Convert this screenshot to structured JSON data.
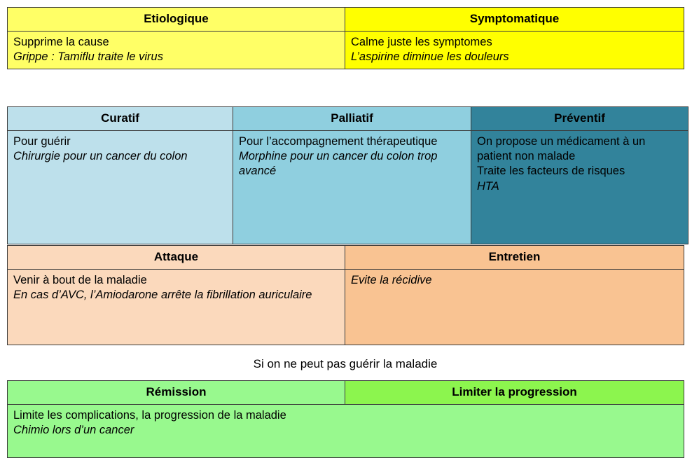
{
  "slide": {
    "caption": "Si on ne peut pas guérir la maladie"
  },
  "tables": [
    {
      "id": "etiologique-symptomatique",
      "colors": [
        "#FFFF66",
        "#FFFF00"
      ],
      "columns": [
        {
          "header": "Etiologique",
          "lines": [
            {
              "text": "Supprime la cause",
              "italic": false
            },
            {
              "text": "Grippe : Tamiflu traite le virus",
              "italic": true
            }
          ]
        },
        {
          "header": "Symptomatique",
          "lines": [
            {
              "text": "Calme juste les symptomes",
              "italic": false
            },
            {
              "text": "L’aspirine diminue les douleurs",
              "italic": true
            }
          ]
        }
      ]
    },
    {
      "id": "curatif-palliatif-preventif",
      "colors": [
        "#BDE0EB",
        "#8FCFDF",
        "#32839B"
      ],
      "columns": [
        {
          "header": "Curatif",
          "lines": [
            {
              "text": "Pour guérir",
              "italic": false
            },
            {
              "text": "Chirurgie pour un cancer du colon",
              "italic": true
            }
          ]
        },
        {
          "header": "Palliatif",
          "lines": [
            {
              "text": "Pour l’accompagnement thérapeutique",
              "italic": false
            },
            {
              "text": "Morphine pour un cancer du colon trop avancé",
              "italic": true
            }
          ]
        },
        {
          "header": "Préventif",
          "lines": [
            {
              "text": "On propose un médicament à un patient non malade",
              "italic": false
            },
            {
              "text": "Traite les facteurs de risques",
              "italic": false
            },
            {
              "text": "HTA",
              "italic": true
            }
          ]
        }
      ]
    },
    {
      "id": "attaque-entretien",
      "colors": [
        "#FBD9BC",
        "#F9C392"
      ],
      "columns": [
        {
          "header": "Attaque",
          "lines": [
            {
              "text": "Venir à bout de la maladie",
              "italic": false
            },
            {
              "text": "En cas d’AVC, l’Amiodarone arrête la fibrillation auriculaire",
              "italic": true
            }
          ]
        },
        {
          "header": "Entretien",
          "lines": [
            {
              "text": "Evite la récidive",
              "italic": true
            }
          ]
        }
      ]
    },
    {
      "id": "remission-limiter-progression",
      "colors": [
        "#98F98E",
        "#8CF54E"
      ],
      "columns": [
        {
          "header": "Rémission"
        },
        {
          "header": "Limiter la progression"
        }
      ],
      "merged_body": {
        "lines": [
          {
            "text": "Limite les complications, la progression de la maladie",
            "italic": false
          },
          {
            "text": "Chimio lors d’un cancer",
            "italic": true
          }
        ]
      }
    }
  ]
}
